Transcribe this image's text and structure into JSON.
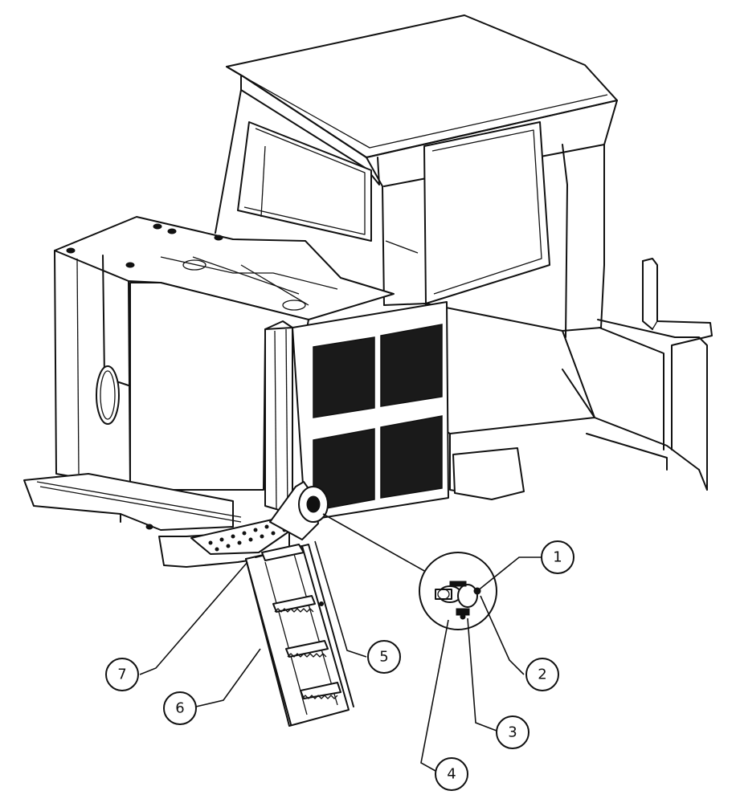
{
  "callouts": [
    {
      "number": "1"
    },
    {
      "number": "2"
    },
    {
      "number": "3"
    },
    {
      "number": "4"
    },
    {
      "number": "5"
    },
    {
      "number": "6"
    },
    {
      "number": "7"
    }
  ],
  "colors": {
    "line": "#111111",
    "background": "#ffffff",
    "grille": "#1a1a1a"
  }
}
